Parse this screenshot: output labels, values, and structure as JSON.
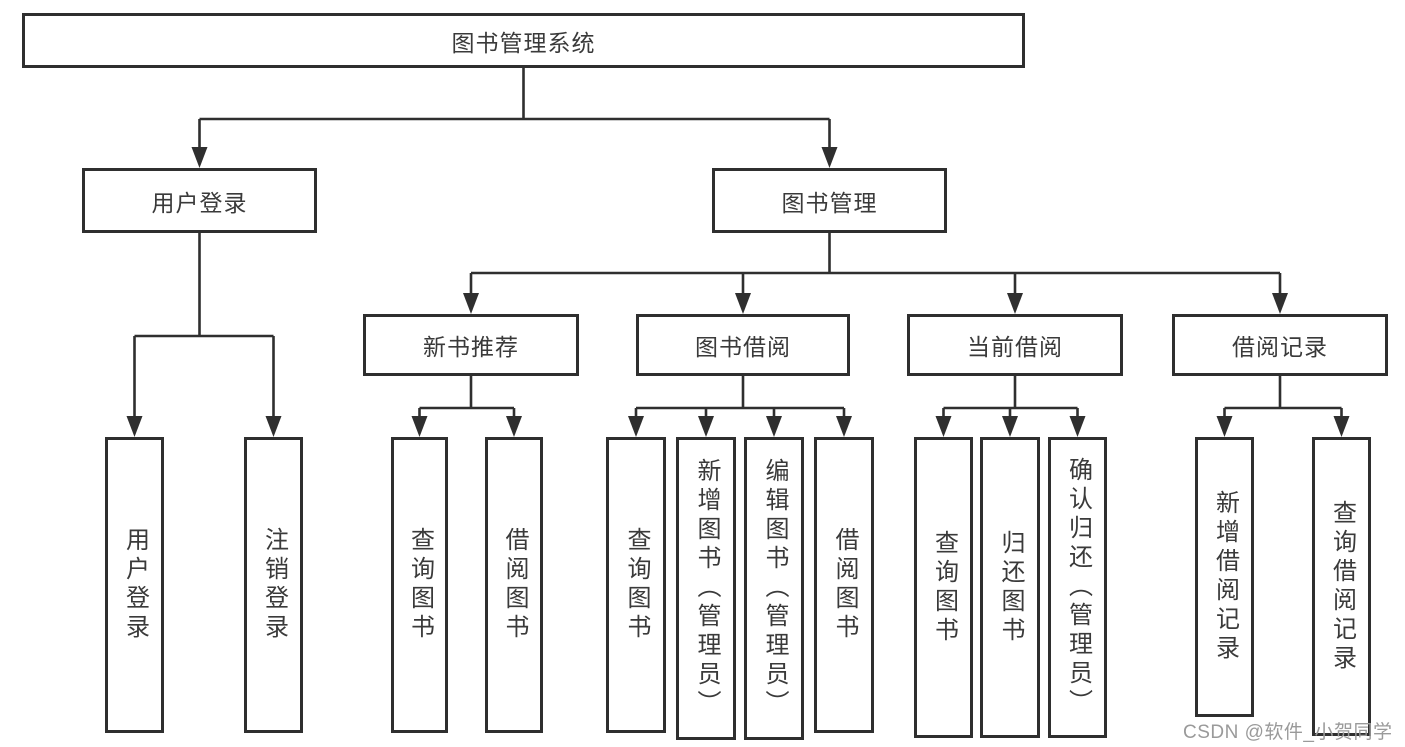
{
  "page": {
    "background": "#ffffff"
  },
  "colors": {
    "line": "#2f2f2f",
    "box_border": "#2f2f2f",
    "text": "#3a3a3a",
    "watermark": "#9a9a9a"
  },
  "watermark": {
    "text": "CSDN @软件_小贺同学"
  },
  "diagram": {
    "root": {
      "label": "图书管理系统"
    },
    "branches": [
      {
        "label": "用户登录",
        "children": [
          {
            "label": "用户登录"
          },
          {
            "label": "注销登录"
          }
        ]
      },
      {
        "label": "图书管理",
        "children": [
          {
            "label": "新书推荐",
            "children": [
              {
                "label": "查询图书"
              },
              {
                "label": "借阅图书"
              }
            ]
          },
          {
            "label": "图书借阅",
            "children": [
              {
                "label": "查询图书"
              },
              {
                "label": "新增图书（管理员）"
              },
              {
                "label": "编辑图书（管理员）"
              },
              {
                "label": "借阅图书"
              }
            ]
          },
          {
            "label": "当前借阅",
            "children": [
              {
                "label": "查询图书"
              },
              {
                "label": "归还图书"
              },
              {
                "label": "确认归还（管理员）"
              }
            ]
          },
          {
            "label": "借阅记录",
            "children": [
              {
                "label": "新增借阅记录"
              },
              {
                "label": "查询借阅记录"
              }
            ]
          }
        ]
      }
    ]
  }
}
